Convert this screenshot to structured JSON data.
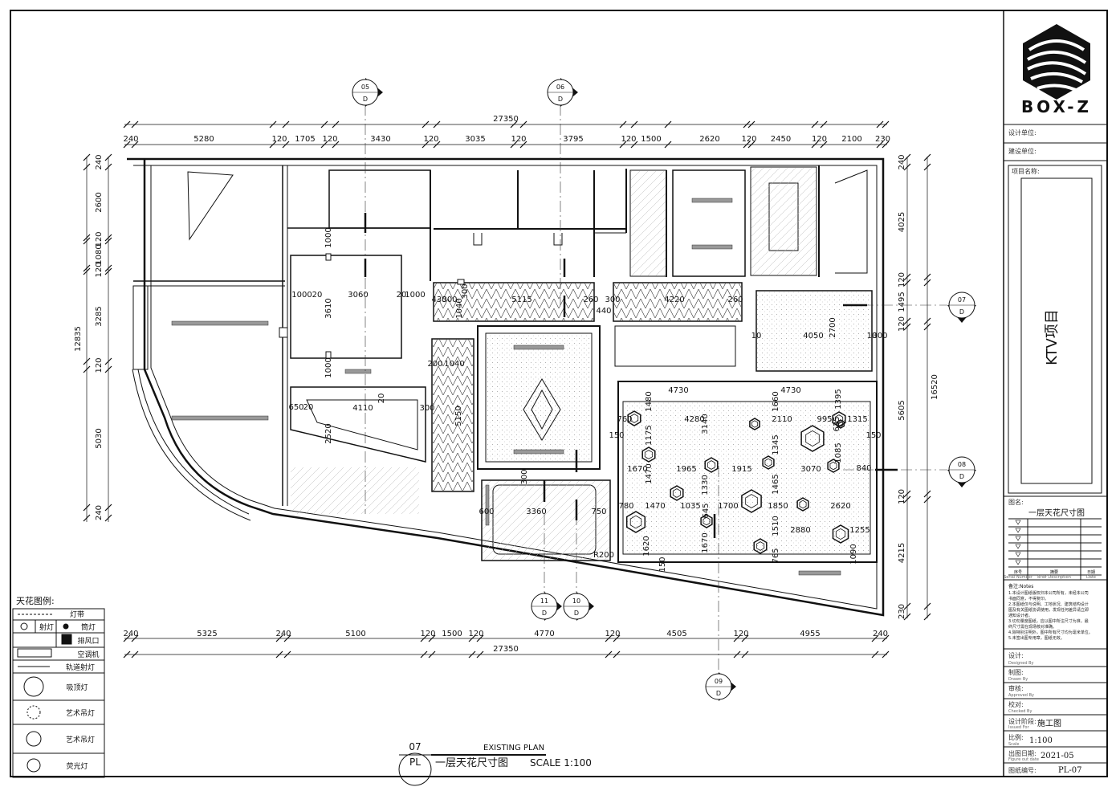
{
  "brand": {
    "name": "BOX-Z"
  },
  "title_block": {
    "design_unit": "设计单位:",
    "build_unit": "建设单位:",
    "project_name_label": "项目名称:",
    "project_name": "KTV项目",
    "drawing_name_label": "图名:",
    "drawing_name": "一层天花尺寸图",
    "rev_seq": "序号",
    "rev_seq_en": "Serial Number",
    "rev_desc": "摘要",
    "rev_desc_en": "Brief Description",
    "rev_date": "日期",
    "rev_date_en": "Date",
    "notes_label": "备注:Notes",
    "notes": [
      "1.本设计图纸版权归本公司所有，未经本公司",
      "书面同意，不得复印。",
      "2.本图纸仅与说明、工地状况、建筑结构设计",
      "图及有关图纸协调使用，发现任何差异请立即",
      "通知设计者。",
      "3.切勿量度图纸，应以图中所注尺寸为准，最",
      "终尺寸需在现场核对准确。",
      "4.除特别注明外，图中所有尺寸均为毫米单位。",
      "5.未签出图专用章，图纸无效。"
    ],
    "designed_label": "设计:",
    "designed_en": "Designed By",
    "drawn_label": "制图:",
    "drawn_en": "Drawn By",
    "approved_label": "审核:",
    "approved_en": "Approved By",
    "checked_label": "校对:",
    "checked_en": "Checked By",
    "stage_label": "设计阶段:",
    "stage_en": "Issued For",
    "stage_value": "施工图",
    "scale_label": "比例:",
    "scale_en": "Scale",
    "scale_value": "1:100",
    "date_label": "出图日期:",
    "date_en": "Figure out date",
    "date_value": "2021-05",
    "number_label": "图纸编号:",
    "number_value": "PL-07"
  },
  "drawing": {
    "code": "07",
    "sheet": "PL",
    "title_en": "EXISTING PLAN",
    "title_cn": "一层天花尺寸图",
    "scale": "SCALE 1:100"
  },
  "dimensions": {
    "overall_top": "27350",
    "overall_bottom": "27350",
    "top_chain": [
      "240",
      "5280",
      "120",
      "1705",
      "120",
      "3430",
      "120",
      "3035",
      "120",
      "3795",
      "120",
      "1500",
      "2620",
      "120",
      "2450",
      "120",
      "2100",
      "230"
    ],
    "bottom_chain": [
      "240",
      "5325",
      "240",
      "5100",
      "120",
      "1500",
      "120",
      "4770",
      "120",
      "4505",
      "120",
      "4955",
      "240"
    ],
    "left_chain": [
      "240",
      "2600",
      "120",
      "1080",
      "120",
      "3285",
      "120",
      "5030",
      "240"
    ],
    "left_total": "12835",
    "right_chain": [
      "240",
      "4025",
      "120",
      "1495",
      "120",
      "5605",
      "120",
      "4215",
      "230"
    ],
    "right_total": "16520"
  },
  "section_marks": [
    {
      "num": "05",
      "ref": "D"
    },
    {
      "num": "06",
      "ref": "D"
    },
    {
      "num": "07",
      "ref": "D"
    },
    {
      "num": "08",
      "ref": "D"
    },
    {
      "num": "09",
      "ref": "D"
    },
    {
      "num": "10",
      "ref": "D"
    },
    {
      "num": "11",
      "ref": "D"
    }
  ],
  "interior_dims": [
    "1000",
    "20",
    "3060",
    "20",
    "1000",
    "3610",
    "1000",
    "1000",
    "430",
    "300",
    "5115",
    "260",
    "300",
    "4220",
    "260",
    "440",
    "1040",
    "300",
    "10",
    "4050",
    "10",
    "300",
    "2700",
    "4110",
    "650",
    "20",
    "20",
    "300",
    "2520",
    "200",
    "1040",
    "5150",
    "3360",
    "600",
    "750",
    "300",
    "R200",
    "4730",
    "4730",
    "4280",
    "2110",
    "995",
    "1315",
    "760",
    "1965",
    "1915",
    "3070",
    "1670",
    "1470",
    "1035",
    "1700",
    "1850",
    "2620",
    "780",
    "2880",
    "1255",
    "1175",
    "1470",
    "1330",
    "1345",
    "1465",
    "1480",
    "3140",
    "1660",
    "1395",
    "1085",
    "635",
    "840",
    "1510",
    "1620",
    "1670",
    "765",
    "1090",
    "150",
    "150",
    "645",
    "150"
  ],
  "legend": {
    "title": "天花图例:",
    "items": [
      {
        "label": "灯带",
        "icon": "line-light-icon"
      },
      {
        "label": "射灯",
        "icon": "spotlight-icon"
      },
      {
        "label": "筒灯",
        "icon": "downlight-icon"
      },
      {
        "label": "排风口",
        "icon": "exhaust-vent-icon"
      },
      {
        "label": "空调机",
        "icon": "air-conditioner-icon"
      },
      {
        "label": "轨道射灯",
        "icon": "track-light-icon"
      },
      {
        "label": "吸顶灯",
        "icon": "ceiling-light-icon"
      },
      {
        "label": "艺术吊灯",
        "icon": "chandelier-icon"
      },
      {
        "label": "艺术吊灯",
        "icon": "chandelier-2-icon"
      },
      {
        "label": "荧光灯",
        "icon": "fluorescent-icon"
      }
    ]
  }
}
